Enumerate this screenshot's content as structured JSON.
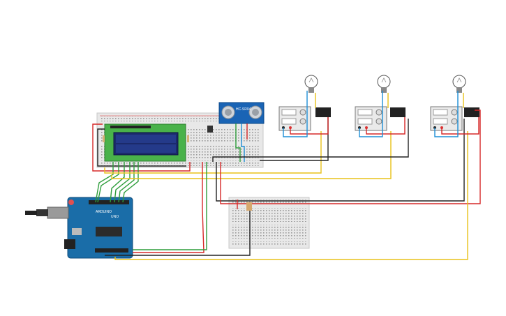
{
  "arduino": {
    "brand": "ARDUINO",
    "model": "UNO"
  },
  "sensor": {
    "label": "HC-SR04"
  },
  "relays": [
    {
      "lamp": "bulb-1"
    },
    {
      "lamp": "bulb-2"
    },
    {
      "lamp": "bulb-3"
    }
  ],
  "colors": {
    "wire_red": "#d62828",
    "wire_black": "#222222",
    "wire_yellow": "#e8c21a",
    "wire_green": "#2e9d3b",
    "wire_blue": "#1e8fd6",
    "arduino_blue": "#1a6da8",
    "lcd_green": "#49b24a",
    "lcd_screen": "#1b2a6b",
    "breadboard": "#e7e7e7"
  }
}
